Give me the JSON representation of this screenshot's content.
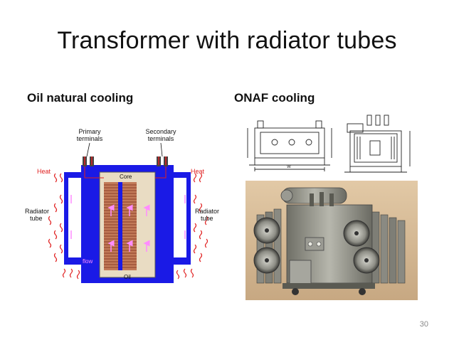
{
  "slide": {
    "title": "Transformer with radiator tubes",
    "page_number": "30"
  },
  "left_panel": {
    "subheading": "Oil natural cooling",
    "labels": {
      "primary_line1": "Primary",
      "primary_line2": "terminals",
      "secondary_line1": "Secondary",
      "secondary_line2": "terminals",
      "heat_left": "Heat",
      "heat_right": "Heat",
      "core": "Core",
      "radiator_left_line1": "Radiator",
      "radiator_left_line2": "tube",
      "radiator_right_line1": "Radiator",
      "radiator_right_line2": "tube",
      "flow": "flow",
      "oil": "Oil"
    },
    "colors": {
      "oil_blue": "#1a1ae6",
      "heat_red": "#e02020",
      "core_tan": "#e9dcc3",
      "winding": "#b25a3a"
    }
  },
  "right_panel": {
    "subheading": "ONAF cooling",
    "drawing_dim_label": "W"
  }
}
